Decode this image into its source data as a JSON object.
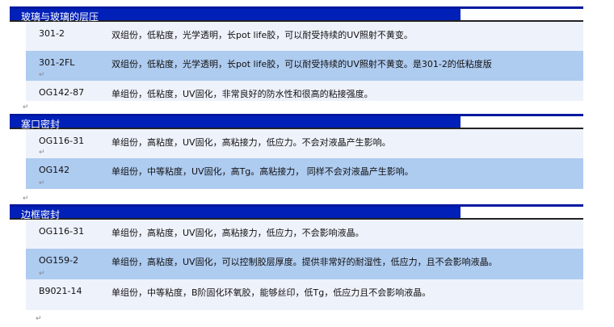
{
  "sections": [
    {
      "title": "玻璃与玻璃的层压",
      "rows": [
        {
          "code": "301-2",
          "desc": "双组份，低粘度，光学透明，长pot life胶，可以耐受持续的UV照射不黄变。"
        },
        {
          "code": "301-2FL",
          "desc": "双组份，低粘度，光学透明，长pot life胶，可以耐受持续的UV照射不黄变。是301-2的低粘度版"
        },
        {
          "code": "OG142-87",
          "desc": "单组份，低粘度，UV固化，非常良好的防水性和很高的粘接强度。"
        }
      ]
    },
    {
      "title": "塞口密封",
      "rows": [
        {
          "code": "OG116-31",
          "desc": "单组份，高粘度，UV固化，高粘接力，低应力。不会对液晶产生影响。"
        },
        {
          "code": "OG142",
          "desc": "单组份，中等粘度，UV固化，高Tg。高粘接力， 同样不会对液晶产生影响。"
        }
      ]
    },
    {
      "title": "边框密封",
      "rows": [
        {
          "code": "OG116-31",
          "desc": "单组份，高粘度，UV固化，高粘接力，低应力，不会影响液晶。"
        },
        {
          "code": "OG159-2",
          "desc": "单组份，高粘度，UV固化，可以控制胶层厚度。提供非常好的耐湿性，低应力，且不会影响液晶。"
        },
        {
          "code": "B9021-14",
          "desc": "单组份，中等粘度，B阶固化环氧胶，能够丝印，低Tg，低应力且不会影响液晶。"
        }
      ]
    }
  ],
  "mark": "↵"
}
